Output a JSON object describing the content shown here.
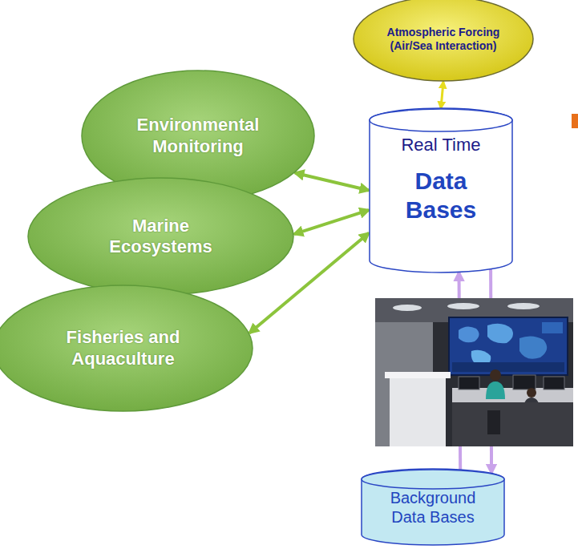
{
  "diagram": {
    "nodes": [
      {
        "text": [
          "Atmospheric Forcing (Air/Sea Interaction)"
        ]
      },
      {
        "text": [
          "Environmental Monitoring"
        ]
      },
      {
        "text": [
          "Marine Ecosystems"
        ]
      },
      {
        "text": [
          "Fisheries and Aquaculture"
        ]
      },
      {
        "text": [
          "Real Time",
          "Data Bases"
        ]
      },
      {
        "text": [
          "Background Data Bases"
        ]
      }
    ],
    "edges": [
      {
        "from": 0,
        "to": 4,
        "arrow": "both"
      },
      {
        "from": 1,
        "to": 4,
        "arrow": "both"
      },
      {
        "from": 2,
        "to": 4,
        "arrow": "both"
      },
      {
        "from": 3,
        "to": 4,
        "arrow": "both"
      },
      {
        "from": 5,
        "to": 4,
        "arrow": "to"
      },
      {
        "from": 4,
        "to": 5,
        "arrow": "to"
      }
    ]
  }
}
